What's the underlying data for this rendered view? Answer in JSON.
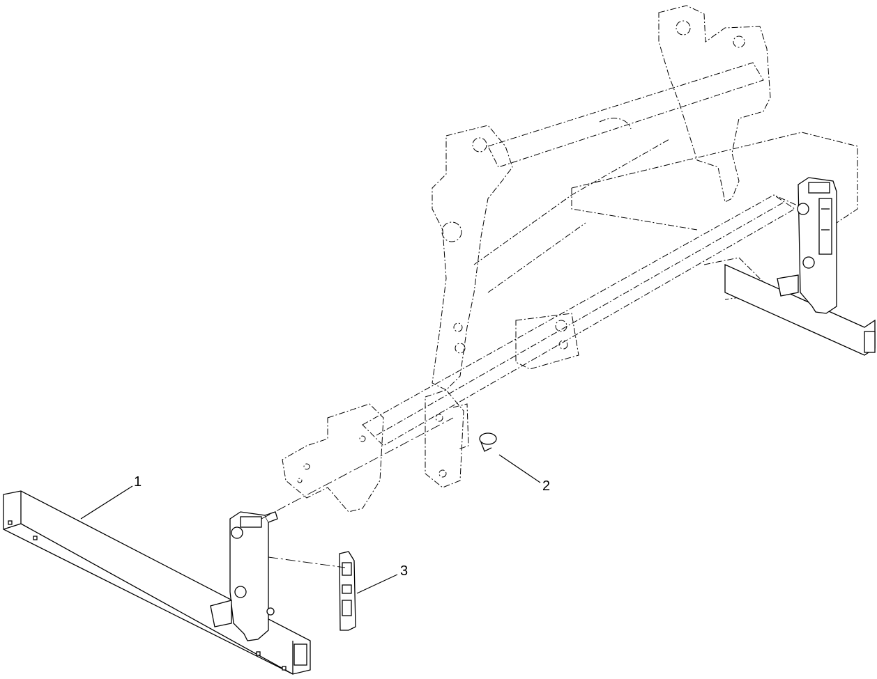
{
  "callouts": [
    {
      "id": "1",
      "label": "1"
    },
    {
      "id": "2",
      "label": "2"
    },
    {
      "id": "3",
      "label": "3"
    }
  ],
  "parts": {
    "1": "jack-stand-assembly",
    "2": "lynch-pin",
    "3": "decal"
  },
  "colors": {
    "line": "#000000",
    "background": "#ffffff"
  }
}
